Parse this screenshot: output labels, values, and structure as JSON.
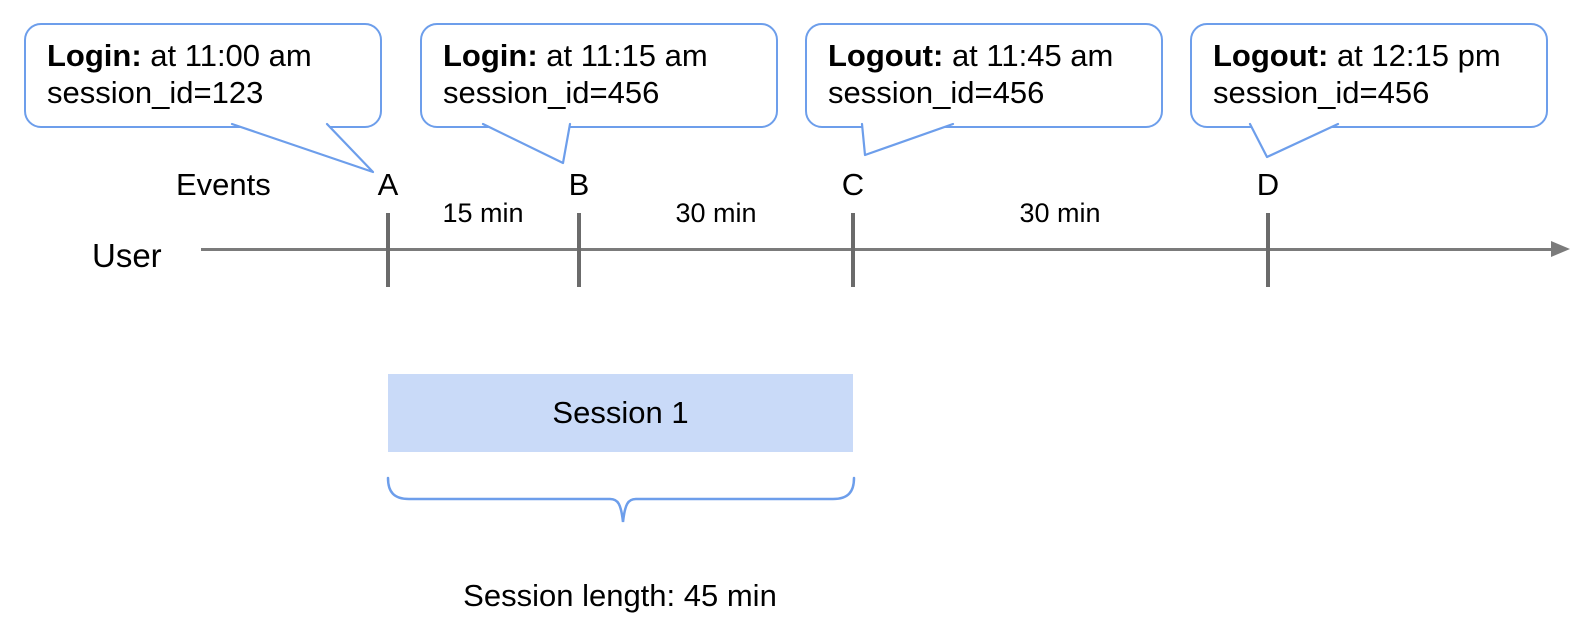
{
  "diagram_type": "user-session-timeline",
  "callouts": [
    {
      "bold": "Login:",
      "rest": " at 11:00 am",
      "line2": "session_id=123",
      "points_to": "A"
    },
    {
      "bold": "Login:",
      "rest": " at 11:15 am",
      "line2": "session_id=456",
      "points_to": "B"
    },
    {
      "bold": "Logout:",
      "rest": " at 11:45 am",
      "line2": "session_id=456",
      "points_to": "C"
    },
    {
      "bold": "Logout:",
      "rest": " at 12:15 pm",
      "line2": "session_id=456",
      "points_to": "D"
    }
  ],
  "timeline": {
    "events_label": "Events",
    "user_label": "User",
    "events": [
      "A",
      "B",
      "C",
      "D"
    ],
    "intervals": [
      "15 min",
      "30 min",
      "30 min"
    ]
  },
  "session": {
    "box_label": "Session 1",
    "length_label": "Session length: 45 min",
    "spans_events": [
      "A",
      "C"
    ]
  },
  "colors": {
    "accent_blue": "#6d9eeb",
    "session_fill": "#c9daf8",
    "axis_gray": "#7b7b7b",
    "tick_gray": "#6b6b6b",
    "text": "#000000",
    "background": "#ffffff"
  }
}
